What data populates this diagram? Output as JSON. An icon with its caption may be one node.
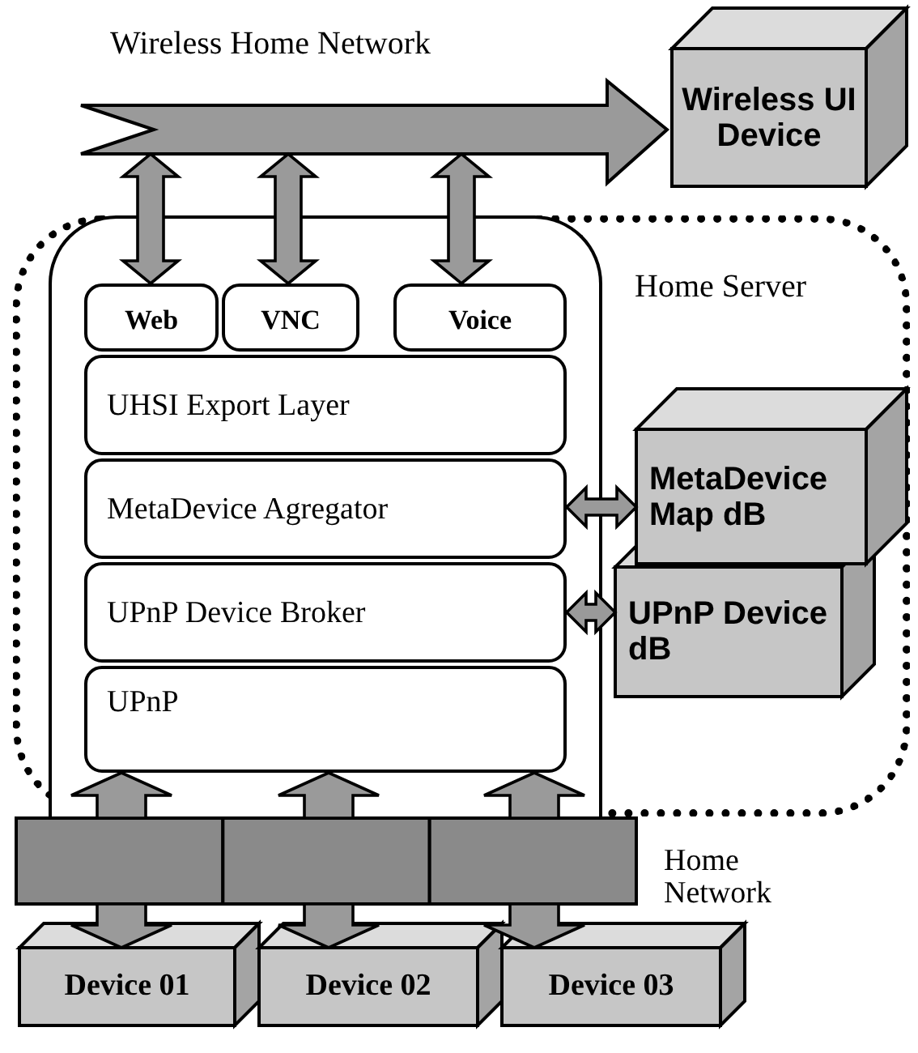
{
  "diagram": {
    "nodes": [
      {
        "text": [
          "Home Server"
        ]
      },
      {
        "text": [
          "Wireless Home Network"
        ]
      },
      {
        "text": [
          "Wireless UI Device"
        ]
      },
      {
        "text": [],
        "shape": "box",
        "in": 0
      },
      {
        "text": [
          "Web"
        ],
        "in": 3
      },
      {
        "text": [
          "VNC"
        ],
        "in": 3
      },
      {
        "text": [
          "Voice"
        ],
        "in": 3
      },
      {
        "text": [
          "UHSI Export Layer"
        ],
        "in": 3
      },
      {
        "text": [
          "MetaDevice Agregator"
        ],
        "in": 3
      },
      {
        "text": [
          "UPnP Device Broker"
        ],
        "in": 3
      },
      {
        "text": [
          "UPnP"
        ],
        "in": 3
      },
      {
        "text": [
          "MetaDevice Map dB"
        ],
        "in": 0
      },
      {
        "text": [
          "UPnP Device dB"
        ],
        "in": 0
      },
      {
        "text": [],
        "shape": "bar"
      },
      {
        "text": [
          "Device 01"
        ]
      },
      {
        "text": [
          "Device 02"
        ]
      },
      {
        "text": [
          "Device 03"
        ]
      }
    ],
    "edges": [
      {
        "from": 4,
        "to": 1,
        "arrow": "both"
      },
      {
        "from": 5,
        "to": 1,
        "arrow": "both"
      },
      {
        "from": 6,
        "to": 1,
        "arrow": "both"
      },
      {
        "from": 8,
        "to": 11,
        "arrow": "both"
      },
      {
        "from": 9,
        "to": 12,
        "arrow": "both"
      },
      {
        "from": 13,
        "to": 10,
        "arrow": "to"
      },
      {
        "from": 13,
        "to": 10,
        "arrow": "to"
      },
      {
        "from": 13,
        "to": 10,
        "arrow": "to"
      },
      {
        "from": 13,
        "to": 14,
        "arrow": "to"
      },
      {
        "from": 13,
        "to": 15,
        "arrow": "to"
      },
      {
        "from": 13,
        "to": 16,
        "arrow": "to"
      }
    ],
    "labels": [
      "Home Network"
    ]
  }
}
